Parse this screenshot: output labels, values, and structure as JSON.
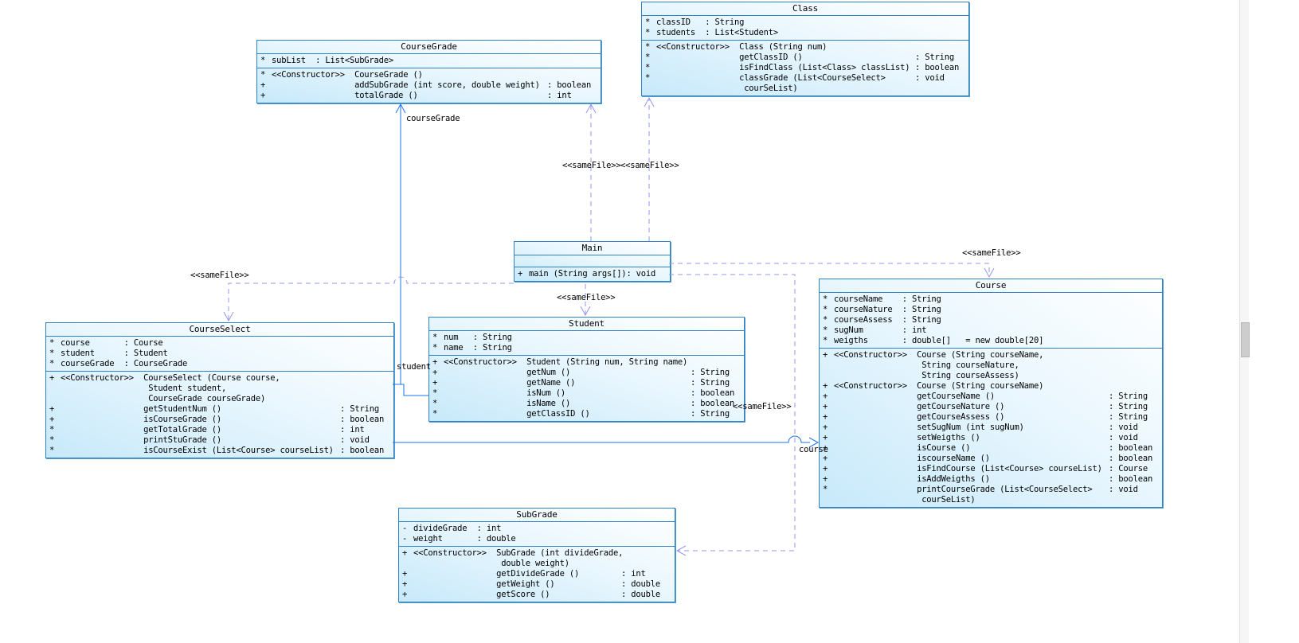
{
  "diagram": {
    "colors": {
      "box_border": "#2f81c3",
      "box_fill_from": "#c7e9fa",
      "box_fill_to": "#ffffff",
      "solid_edge": "#1b74e8",
      "dashed_edge": "#9595ec"
    },
    "labels": {
      "same_file": "<<sameFile>>",
      "course_grade_role": "courseGrade",
      "student_role": "student",
      "course_role": "course"
    },
    "classes": [
      {
        "id": "CourseGrade",
        "title": "CourseGrade",
        "attributes": [
          {
            "vis": "*",
            "text": "subList  : List<SubGrade>"
          }
        ],
        "methods": [
          {
            "vis": "*",
            "sig": "<<Constructor>>  CourseGrade ()",
            "type": ""
          },
          {
            "vis": "+",
            "sig": "                 addSubGrade (int score, double weight)",
            "type": ": boolean"
          },
          {
            "vis": "+",
            "sig": "                 totalGrade ()",
            "type": ": int"
          }
        ]
      },
      {
        "id": "Class",
        "title": "Class",
        "attributes": [
          {
            "vis": "*",
            "text": "classID   : String"
          },
          {
            "vis": "*",
            "text": "students  : List<Student>"
          }
        ],
        "methods": [
          {
            "vis": "*",
            "sig": "<<Constructor>>  Class (String num)",
            "type": ""
          },
          {
            "vis": "*",
            "sig": "                 getClassID ()",
            "type": ": String"
          },
          {
            "vis": "*",
            "sig": "                 isFindClass (List<Class> classList)",
            "type": ": boolean"
          },
          {
            "vis": "*",
            "sig": "                 classGrade (List<CourseSelect>\n                  courSeList)",
            "type": ": void"
          }
        ]
      },
      {
        "id": "Main",
        "title": "Main",
        "attributes": [],
        "methods": [
          {
            "vis": "+",
            "sig": "main (String args[])",
            "type": ": void"
          }
        ]
      },
      {
        "id": "Student",
        "title": "Student",
        "attributes": [
          {
            "vis": "*",
            "text": "num   : String"
          },
          {
            "vis": "*",
            "text": "name  : String"
          }
        ],
        "methods": [
          {
            "vis": "+",
            "sig": "<<Constructor>>  Student (String num, String name)",
            "type": ""
          },
          {
            "vis": "+",
            "sig": "                 getNum ()",
            "type": ": String"
          },
          {
            "vis": "+",
            "sig": "                 getName ()",
            "type": ": String"
          },
          {
            "vis": "*",
            "sig": "                 isNum ()",
            "type": ": boolean"
          },
          {
            "vis": "*",
            "sig": "                 isName ()",
            "type": ": boolean"
          },
          {
            "vis": "*",
            "sig": "                 getClassID ()",
            "type": ": String"
          }
        ]
      },
      {
        "id": "CourseSelect",
        "title": "CourseSelect",
        "attributes": [
          {
            "vis": "*",
            "text": "course       : Course"
          },
          {
            "vis": "*",
            "text": "student      : Student"
          },
          {
            "vis": "*",
            "text": "courseGrade  : CourseGrade"
          }
        ],
        "methods": [
          {
            "vis": "+",
            "sig": "<<Constructor>>  CourseSelect (Course course,\n                  Student student,\n                  CourseGrade courseGrade)",
            "type": ""
          },
          {
            "vis": "+",
            "sig": "                 getStudentNum ()",
            "type": ": String"
          },
          {
            "vis": "+",
            "sig": "                 isCourseGrade ()",
            "type": ": boolean"
          },
          {
            "vis": "*",
            "sig": "                 getTotalGrade ()",
            "type": ": int"
          },
          {
            "vis": "*",
            "sig": "                 printStuGrade ()",
            "type": ": void"
          },
          {
            "vis": "*",
            "sig": "                 isCourseExist (List<Course> courseList)",
            "type": ": boolean"
          }
        ]
      },
      {
        "id": "Course",
        "title": "Course",
        "attributes": [
          {
            "vis": "*",
            "text": "courseName    : String"
          },
          {
            "vis": "*",
            "text": "courseNature  : String"
          },
          {
            "vis": "*",
            "text": "courseAssess  : String"
          },
          {
            "vis": "*",
            "text": "sugNum        : int"
          },
          {
            "vis": "*",
            "text": "weigths       : double[]   = new double[20]"
          }
        ],
        "methods": [
          {
            "vis": "+",
            "sig": "<<Constructor>>  Course (String courseName,\n                  String courseNature,\n                  String courseAssess)",
            "type": ""
          },
          {
            "vis": "+",
            "sig": "<<Constructor>>  Course (String courseName)",
            "type": ""
          },
          {
            "vis": "+",
            "sig": "                 getCourseName ()",
            "type": ": String"
          },
          {
            "vis": "+",
            "sig": "                 getCourseNature ()",
            "type": ": String"
          },
          {
            "vis": "+",
            "sig": "                 getCourseAssess ()",
            "type": ": String"
          },
          {
            "vis": "+",
            "sig": "                 setSugNum (int sugNum)",
            "type": ": void"
          },
          {
            "vis": "+",
            "sig": "                 setWeigths ()",
            "type": ": void"
          },
          {
            "vis": "+",
            "sig": "                 isCourse ()",
            "type": ": boolean"
          },
          {
            "vis": "+",
            "sig": "                 iscourseName ()",
            "type": ": boolean"
          },
          {
            "vis": "+",
            "sig": "                 isFindCourse (List<Course> courseList)",
            "type": ": Course"
          },
          {
            "vis": "+",
            "sig": "                 isAddWeigths ()",
            "type": ": boolean"
          },
          {
            "vis": "*",
            "sig": "                 printCourseGrade (List<CourseSelect>\n                  courSeList)",
            "type": ": void"
          }
        ]
      },
      {
        "id": "SubGrade",
        "title": "SubGrade",
        "attributes": [
          {
            "vis": "-",
            "text": "divideGrade  : int"
          },
          {
            "vis": "-",
            "text": "weight       : double"
          }
        ],
        "methods": [
          {
            "vis": "+",
            "sig": "<<Constructor>>  SubGrade (int divideGrade,\n                  double weight)",
            "type": ""
          },
          {
            "vis": "+",
            "sig": "                 getDivideGrade ()",
            "type": ": int"
          },
          {
            "vis": "+",
            "sig": "                 getWeight ()",
            "type": ": double"
          },
          {
            "vis": "+",
            "sig": "                 getScore ()",
            "type": ": double"
          }
        ]
      }
    ]
  }
}
